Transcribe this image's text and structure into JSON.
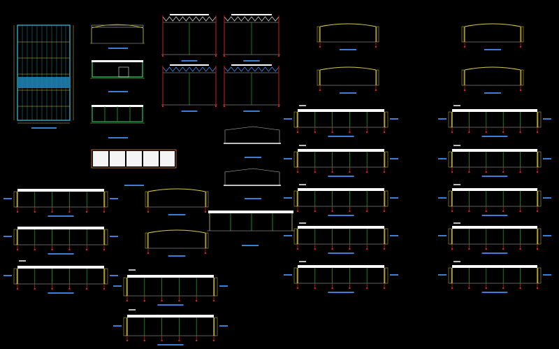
{
  "drawing": {
    "background": "#000000",
    "colors": {
      "steel_blue": "#3a7fd5",
      "roof_white": "#ffffff",
      "column_green": "#1db31d",
      "column_red": "#e02020",
      "grid_yellow": "#d8c840",
      "panel_cyan": "#35c8e8",
      "wall_green": "#19a84a",
      "line_gray": "#bdbdbd"
    }
  },
  "sheets": [
    {
      "id": "plan-view",
      "kind": "plan"
    },
    {
      "id": "section-1",
      "kind": "elevation"
    },
    {
      "id": "section-2",
      "kind": "elevation"
    },
    {
      "id": "section-3",
      "kind": "elevation"
    },
    {
      "id": "portal-frames",
      "kind": "truss"
    },
    {
      "id": "long-elevations",
      "kind": "frame"
    },
    {
      "id": "wall-elevations",
      "kind": "frame"
    }
  ]
}
